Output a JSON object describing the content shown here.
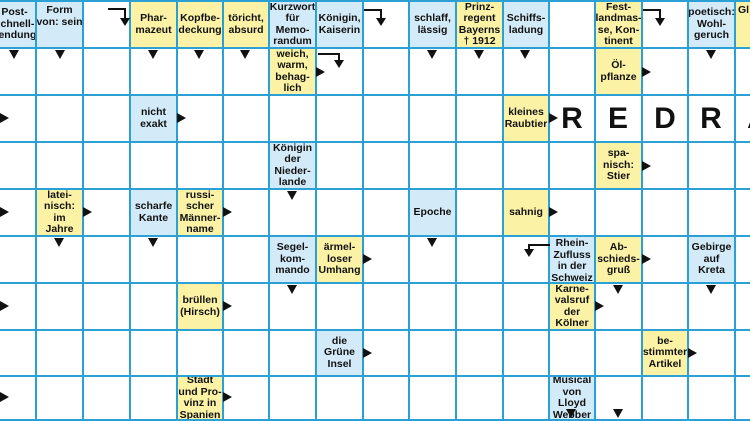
{
  "clues": {
    "post_schnell": "Post-\nschnell-\nsendung",
    "form_sein": "Form\nvon: sein",
    "pharmazeut": "Phar-\nmazeut",
    "kopfbedeckung": "Kopfbe-\ndeckung",
    "toericht": "töricht,\nabsurd",
    "kurzwort_memorandum": "Kurzwort\nfür\nMemo-\nrandum",
    "koenigin_kaiserin": "Königin,\nKaiserin",
    "schlaff": "schlaff,\nlässig",
    "prinzregent": "Prinz-\nregent\nBayerns\n† 1912",
    "schiffsladung": "Schiffs-\nladung",
    "festlandmasse": "Fest-\nlandmas-\nse, Kon-\ntinent",
    "poetisch_wohlgeruch": "poetisch:\nWohl-\ngeruch",
    "gl": "Gl",
    "weich_warm": "weich,\nwarm,\nbehag-\nlich",
    "oelpflanze": "Öl-\npflanze",
    "nicht_exakt": "nicht\nexakt",
    "kleines_raubtier": "kleines\nRaubtier",
    "koenigin_niederlande": "Königin\nder\nNieder-\nlande",
    "spanisch_stier": "spa-\nnisch:\nStier",
    "lateinisch_im_jahre": "latei-\nnisch:\nim\nJahre",
    "scharfe_kante": "scharfe\nKante",
    "russischer_maennername": "russi-\nscher\nMänner-\nname",
    "epoche": "Epoche",
    "sahnig": "sahnig",
    "segelkommando": "Segel-\nkom-\nmando",
    "aermelloser_umhang": "ärmel-\nloser\nUmhang",
    "rheinzufluss": "Rhein-\nZufluss\nin der\nSchweiz",
    "abschiedsgruss": "Ab-\nschieds-\ngruß",
    "gebirge_kreta": "Gebirge\nauf\nKreta",
    "bruellen": "brüllen\n(Hirsch)",
    "karnevalsruf": "Karne-\nvalsruf\nder\nKölner",
    "gruene_insel": "die\nGrüne\nInsel",
    "bestimmter_artikel": "be-\nstimmter\nArtikel",
    "stadt_provinz": "Stadt\nund Pro-\nvinz in\nSpanien",
    "musical": "Musical\nvon\nLloyd\nWebber"
  },
  "answer_letters": [
    "R",
    "E",
    "D",
    "R",
    "A"
  ],
  "colors": {
    "grid_line": "#2aa0d4",
    "clue_yellow": "#fcf2a6",
    "clue_blue": "#d3eaf8",
    "arrow": "#111111"
  }
}
